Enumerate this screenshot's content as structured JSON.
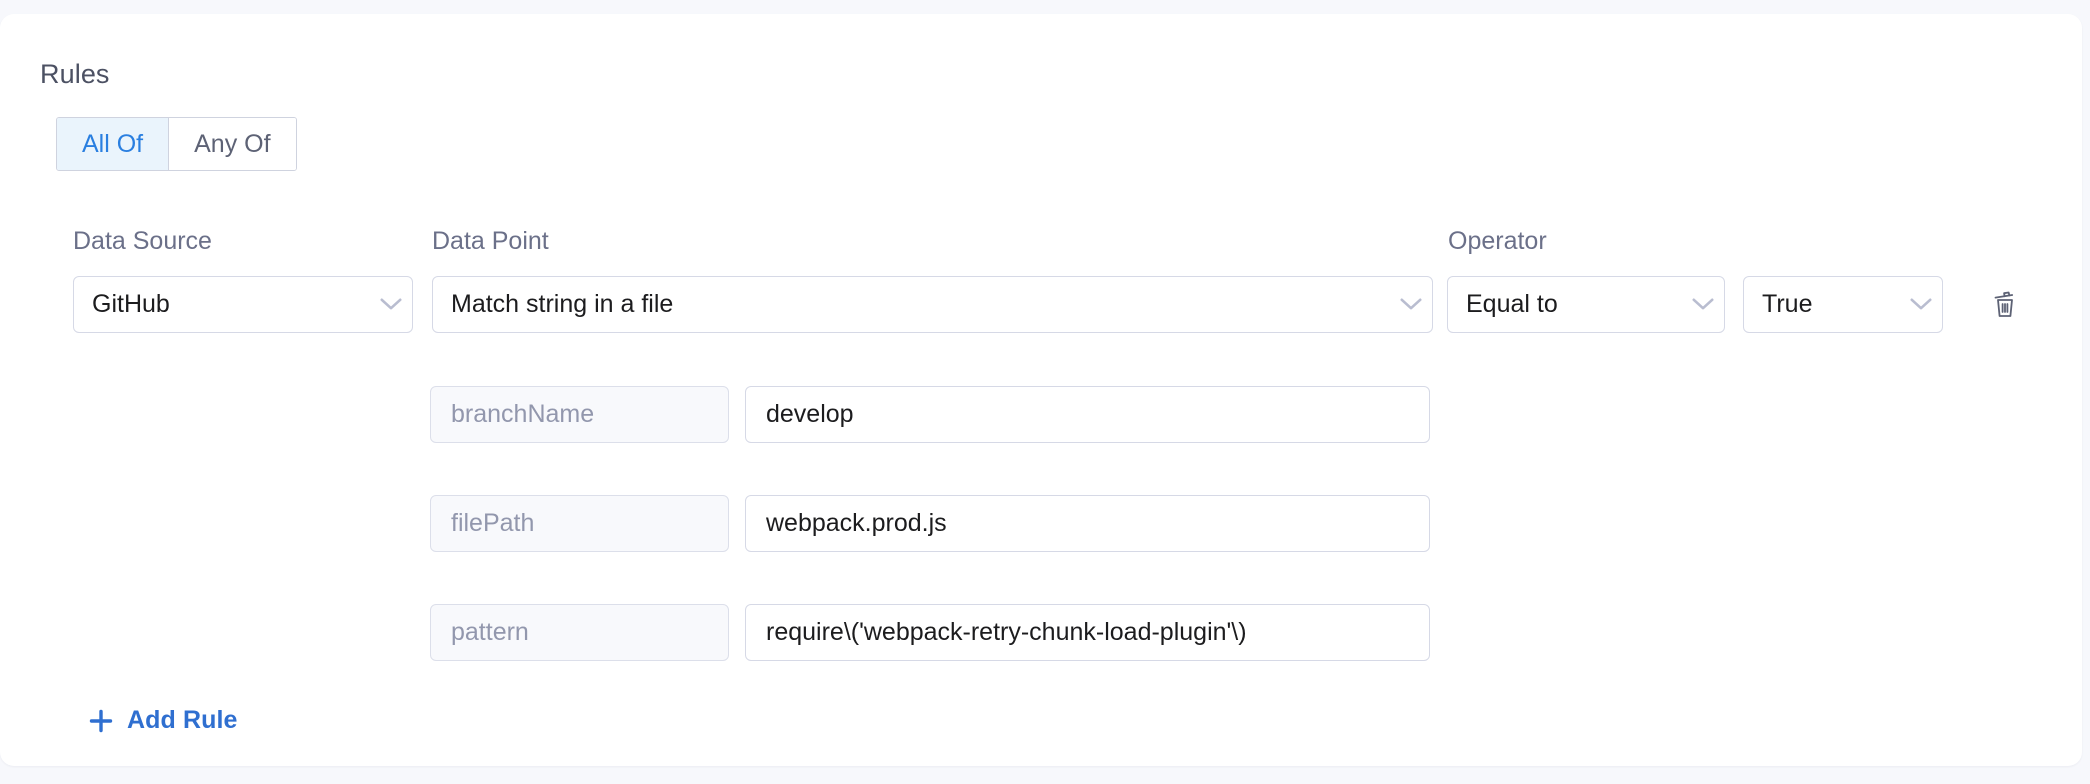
{
  "card": {
    "section_title": "Rules"
  },
  "match_toggle": {
    "options": [
      {
        "label": "All Of",
        "active": true
      },
      {
        "label": "Any Of",
        "active": false
      }
    ]
  },
  "columns": {
    "data_source_label": "Data Source",
    "data_point_label": "Data Point",
    "operator_label": "Operator"
  },
  "rule": {
    "data_source": {
      "value": "GitHub",
      "icon": "chevron-down-icon"
    },
    "data_point": {
      "value": "Match string in a file",
      "icon": "chevron-down-icon"
    },
    "operator": {
      "value": "Equal to",
      "icon": "chevron-down-icon"
    },
    "operator_value": {
      "value": "True",
      "icon": "chevron-down-icon"
    },
    "delete": {
      "icon": "trash-icon"
    },
    "parameters": [
      {
        "key": "branchName",
        "value": "develop"
      },
      {
        "key": "filePath",
        "value": "webpack.prod.js"
      },
      {
        "key": "pattern",
        "value": "require\\('webpack-retry-chunk-load-plugin'\\)"
      }
    ]
  },
  "add_rule": {
    "label": "Add Rule",
    "icon": "plus-icon"
  },
  "colors": {
    "page_background": "#f7f8fc",
    "card_background": "#ffffff",
    "accent_blue": "#2a7fe0",
    "link_blue": "#2f6fd0",
    "toggle_active_background": "#eaf4fc",
    "label_gray": "#6b7089",
    "heading_slate": "#4c5163",
    "border_gray": "#d6d9e6",
    "param_key_background": "#f8f9fc",
    "placeholder_gray": "#9297ad"
  }
}
